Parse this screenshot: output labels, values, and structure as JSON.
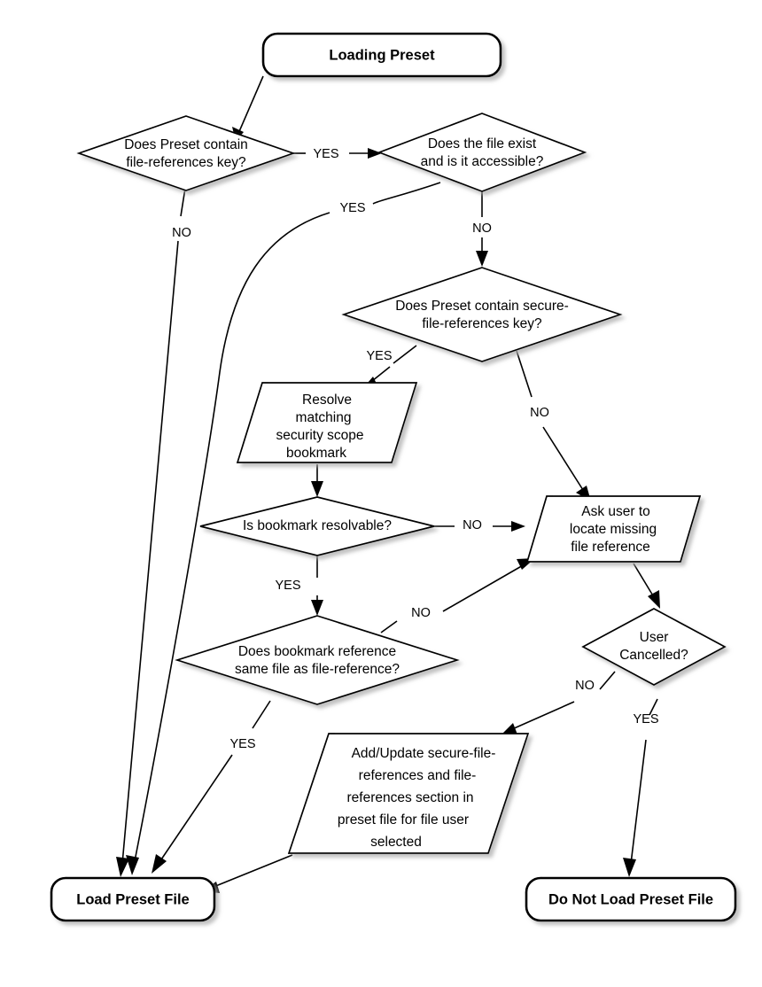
{
  "diagram": {
    "title": "Loading Preset flowchart",
    "background_color": "#ffffff",
    "stroke_color": "#000000",
    "fill_color": "#ffffff",
    "nodes": {
      "start": {
        "shape": "rounded-terminal",
        "label": "Loading Preset"
      },
      "d_file_ref_key": {
        "shape": "diamond",
        "line1": "Does Preset contain",
        "line2": "file-references key?"
      },
      "d_file_exists": {
        "shape": "diamond",
        "line1": "Does the file exist",
        "line2": "and is it accessible?"
      },
      "d_secure_key": {
        "shape": "diamond",
        "line1": "Does Preset contain secure-",
        "line2": "file-references key?"
      },
      "p_resolve_bookmark": {
        "shape": "parallelogram",
        "line1": "Resolve",
        "line2": "matching",
        "line3": "security scope",
        "line4": "bookmark"
      },
      "d_bookmark_resolvable": {
        "shape": "diamond",
        "line1": "Is bookmark resolvable?"
      },
      "d_bookmark_same_file": {
        "shape": "diamond",
        "line1": "Does bookmark reference",
        "line2": "same file as file-reference?"
      },
      "p_ask_user": {
        "shape": "parallelogram",
        "line1": "Ask user to",
        "line2": "locate missing",
        "line3": "file reference"
      },
      "d_user_cancelled": {
        "shape": "diamond",
        "line1": "User",
        "line2": "Cancelled?"
      },
      "p_add_update": {
        "shape": "parallelogram",
        "line1": "Add/Update secure-file-",
        "line2": "references and file-",
        "line3": "references section in",
        "line4": "preset file for file user",
        "line5": "selected"
      },
      "end_load": {
        "shape": "rounded-terminal",
        "label": "Load Preset File"
      },
      "end_no_load": {
        "shape": "rounded-terminal",
        "label": "Do Not Load Preset File"
      }
    },
    "edge_labels": {
      "file_ref_key_yes": "YES",
      "file_ref_key_no": "NO",
      "file_exists_yes": "YES",
      "file_exists_no": "NO",
      "secure_key_yes": "YES",
      "secure_key_no": "NO",
      "bookmark_resolvable_yes": "YES",
      "bookmark_resolvable_no": "NO",
      "same_file_yes": "YES",
      "same_file_no": "NO",
      "user_cancelled_yes": "YES",
      "user_cancelled_no": "NO"
    }
  }
}
